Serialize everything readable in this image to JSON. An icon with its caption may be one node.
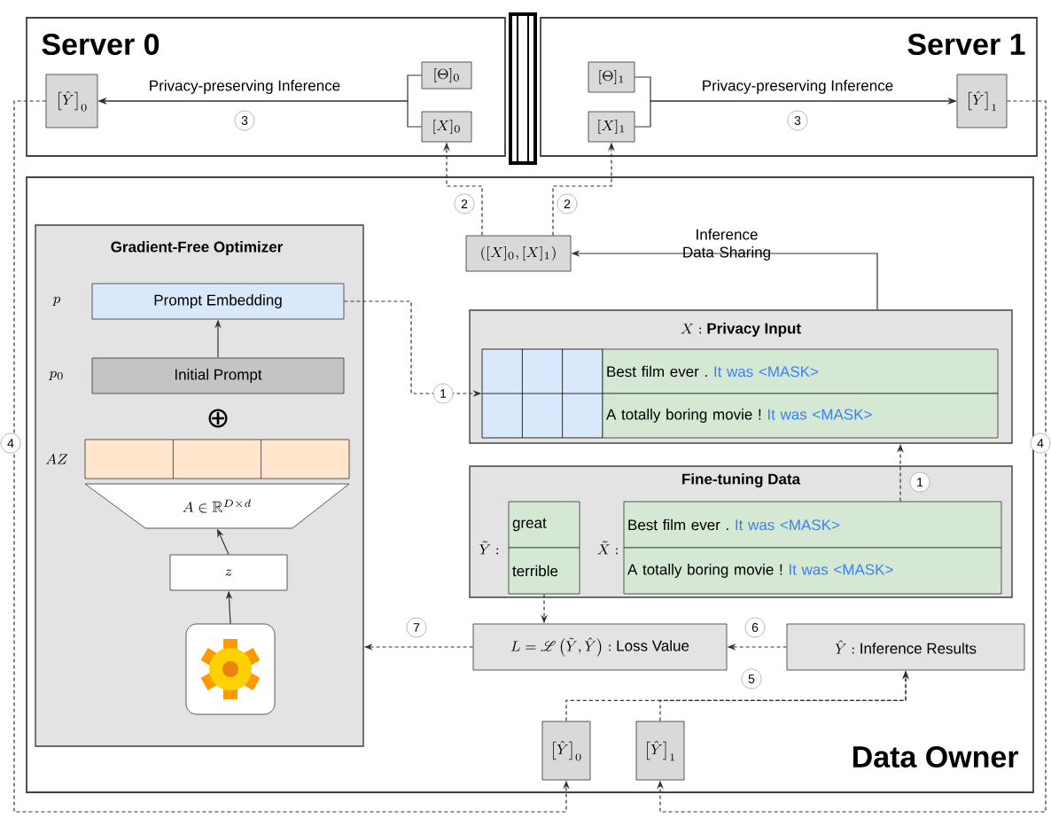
{
  "diagram": {
    "nodes": [
      {
        "text": [
          "Server 0"
        ]
      },
      {
        "text": [
          "Server 1"
        ]
      },
      {
        "text": [
          "Data Owner"
        ]
      },
      {
        "text": [
          "\\left[\\hat{Y}\\right]_0"
        ],
        "in": 0
      },
      {
        "text": [
          "[\\Theta]_0"
        ],
        "in": 0
      },
      {
        "text": [
          "[X]_0"
        ],
        "in": 0
      },
      {
        "text": [
          "[\\Theta]_1"
        ],
        "in": 1
      },
      {
        "text": [
          "[X]_1"
        ],
        "in": 1
      },
      {
        "text": [
          "\\left[\\hat{Y}\\right]_1"
        ],
        "in": 1
      },
      {
        "text": [
          "([X]_0,[X]_1)"
        ],
        "in": 2
      },
      {
        "text": [
          "Gradient-Free Optimizer"
        ],
        "in": 2
      },
      {
        "text": [
          "Prompt Embedding"
        ],
        "in": 10,
        "beside": [
          "p"
        ]
      },
      {
        "text": [
          "Initial Prompt"
        ],
        "in": 10,
        "beside": [
          "p_0"
        ]
      },
      {
        "text": [],
        "shape": "bar",
        "in": 10,
        "beside": [
          "AZ"
        ]
      },
      {
        "text": [
          "A \\in \\mathbb{R}^{D \\times d}"
        ],
        "in": 10
      },
      {
        "text": [
          "z"
        ],
        "in": 10
      },
      {
        "text": [],
        "shape": "picture",
        "in": 10
      },
      {
        "text": [
          "X:",
          "Privacy Input"
        ],
        "in": 2
      },
      {
        "text": [],
        "shape": "box",
        "in": 17
      },
      {
        "text": [
          "Best film ever .",
          "It was <MASK>"
        ],
        "in": 17
      },
      {
        "text": [
          "A totally boring movie !",
          "It was <MASK>"
        ],
        "in": 17
      },
      {
        "text": [
          "Fine-tuning Data"
        ],
        "in": 2
      },
      {
        "text": [
          "great"
        ],
        "in": 21,
        "beside": [
          "\\tilde{Y}:"
        ]
      },
      {
        "text": [
          "terrible"
        ],
        "in": 21
      },
      {
        "text": [
          "Best film ever .",
          "It was <MASK>"
        ],
        "in": 21,
        "beside": [
          "\\tilde{X}:"
        ]
      },
      {
        "text": [
          "A totally boring movie !",
          "It was <MASK>"
        ],
        "in": 21
      },
      {
        "text": [
          "L=\\mathscr{L}\\left(\\tilde{Y},\\hat{Y}\\right):",
          "Loss Value"
        ],
        "in": 2
      },
      {
        "text": [
          "\\hat{Y}:",
          "Inference Results"
        ],
        "in": 2
      },
      {
        "text": [
          "\\left[\\hat{Y}\\right]_0"
        ],
        "in": 2
      },
      {
        "text": [
          "\\left[\\hat{Y}\\right]_1"
        ],
        "in": 2
      }
    ],
    "edges": [
      {
        "from": 4,
        "to": 3,
        "arrow": "to",
        "label": "Privacy-preserving Inference"
      },
      {
        "from": 5,
        "to": 3,
        "arrow": "to"
      },
      {
        "from": 6,
        "to": 8,
        "arrow": "to",
        "label": "Privacy-preserving Inference"
      },
      {
        "from": 7,
        "to": 8,
        "arrow": "to"
      },
      {
        "from": 9,
        "to": 5,
        "arrow": "to",
        "style": "dashed"
      },
      {
        "from": 9,
        "to": 7,
        "arrow": "to",
        "style": "dashed"
      },
      {
        "from": 17,
        "to": 9,
        "arrow": "to",
        "label": "Inference Data Sharing"
      },
      {
        "from": 12,
        "to": 11,
        "arrow": "to"
      },
      {
        "from": 15,
        "to": 14,
        "arrow": "to"
      },
      {
        "from": 16,
        "to": 15,
        "arrow": "to"
      },
      {
        "from": 11,
        "to": 18,
        "arrow": "to",
        "style": "dashed"
      },
      {
        "from": 24,
        "to": 17,
        "arrow": "to",
        "style": "dashed"
      },
      {
        "from": 23,
        "to": 26,
        "arrow": "to",
        "style": "dashed"
      },
      {
        "from": 27,
        "to": 26,
        "arrow": "to",
        "style": "dashed"
      },
      {
        "from": 26,
        "to": 10,
        "arrow": "to",
        "style": "dashed"
      },
      {
        "from": 28,
        "to": 27,
        "arrow": "to",
        "style": "dashed"
      },
      {
        "from": 29,
        "to": 27,
        "arrow": "to",
        "style": "dashed"
      },
      {
        "from": 3,
        "to": 28,
        "arrow": "to",
        "style": "dashed"
      },
      {
        "from": 8,
        "to": 29,
        "arrow": "to",
        "style": "dashed"
      }
    ],
    "labels": [
      "3",
      "3",
      "2",
      "2",
      "1",
      "⊕",
      "4",
      "4",
      "1",
      "7",
      "6",
      "5"
    ]
  }
}
